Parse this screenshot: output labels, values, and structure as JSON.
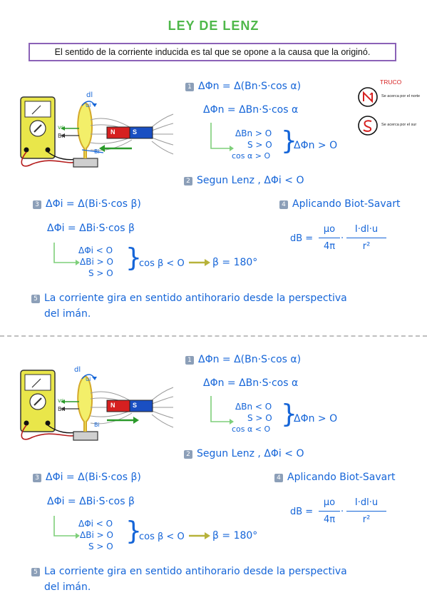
{
  "title": "LEY DE LENZ",
  "statement": "El sentido de la corriente inducida es tal que se opone a la causa que la originó.",
  "truco": {
    "title": "TRUCO",
    "north": "Se acerca por el norte",
    "south": "Se acerca por el sur"
  },
  "sections": [
    {
      "step1": {
        "num": "1",
        "eq1": "ΔΦn = Δ(Bn·S·cos α)",
        "eq2": "ΔΦn = ΔBn·S·cos α"
      },
      "cond1": [
        "ΔBn > O",
        "S > O",
        "cos α > O"
      ],
      "cond1_result": "ΔΦn > O",
      "step2": {
        "num": "2",
        "text": "Segun Lenz , ΔΦi < O"
      },
      "step3": {
        "num": "3",
        "eq1": "ΔΦi = Δ(Bi·S·cos β)",
        "eq2": "ΔΦi = ΔBi·S·cos β"
      },
      "cond3": [
        "ΔΦi < O",
        "ΔBi > O",
        "S > O"
      ],
      "cond3_result": "cos β < O",
      "beta": "β = 180°",
      "step4": {
        "num": "4",
        "text": "Aplicando Biot-Savart",
        "lhs": "dB =",
        "frac1_num": "μo",
        "frac1_den": "4π",
        "frac2_num": "I·dl·u",
        "frac2_den": "r²"
      },
      "step5": {
        "num": "5",
        "line1": "La corriente gira en sentido antihorario desde la perspectiva",
        "line2": "del imán."
      },
      "magnet": {
        "n": "N",
        "s": "S"
      },
      "labels": {
        "dl": "dl",
        "vs": "vs",
        "bn": "Bn",
        "bi": "Bi",
        "ui": "ui"
      }
    },
    {
      "step1": {
        "num": "1",
        "eq1": "ΔΦn = Δ(Bn·S·cos α)",
        "eq2": "ΔΦn = ΔBn·S·cos α"
      },
      "cond1": [
        "ΔBn < O",
        "S > O",
        "cos α < O"
      ],
      "cond1_result": "ΔΦn > O",
      "step2": {
        "num": "2",
        "text": "Segun Lenz , ΔΦi < O"
      },
      "step3": {
        "num": "3",
        "eq1": "ΔΦi = Δ(Bi·S·cos β)",
        "eq2": "ΔΦi = ΔBi·S·cos β"
      },
      "cond3": [
        "ΔΦi < O",
        "ΔBi > O",
        "S > O"
      ],
      "cond3_result": "cos β < O",
      "beta": "β = 180°",
      "step4": {
        "num": "4",
        "text": "Aplicando Biot-Savart",
        "lhs": "dB =",
        "frac1_num": "μo",
        "frac1_den": "4π",
        "frac2_num": "I·dl·u",
        "frac2_den": "r²"
      },
      "step5": {
        "num": "5",
        "line1": "La corriente gira en sentido antihorario desde la perspectiva",
        "line2": "del imán."
      },
      "magnet": {
        "n": "N",
        "s": "S"
      },
      "labels": {
        "dl": "dl",
        "vs": "vs",
        "bn": "Bn",
        "bi": "Bi",
        "ui": "ui"
      }
    }
  ],
  "colors": {
    "accent": "#1565d8",
    "title": "#4fb84a",
    "border": "#8b62b7",
    "truco": "#d62020",
    "arrow": "#2a9a2a"
  }
}
